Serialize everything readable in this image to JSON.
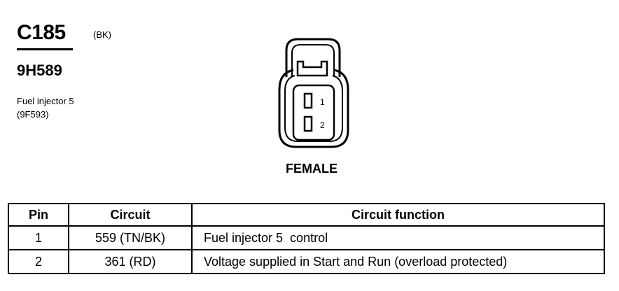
{
  "connector": {
    "id": "C185",
    "color": "(BK)",
    "part_number": "9H589",
    "component": "Fuel injector 5",
    "component_ref": "(9F593)"
  },
  "diagram": {
    "gender": "FEMALE",
    "pins": [
      "1",
      "2"
    ]
  },
  "table": {
    "headers": [
      "Pin",
      "Circuit",
      "Circuit function"
    ],
    "rows": [
      {
        "pin": "1",
        "circuit": "559 (TN/BK)",
        "function": "Fuel injector 5  control"
      },
      {
        "pin": "2",
        "circuit": "361 (RD)",
        "function": "Voltage supplied in Start and Run (overload protected)"
      }
    ]
  }
}
